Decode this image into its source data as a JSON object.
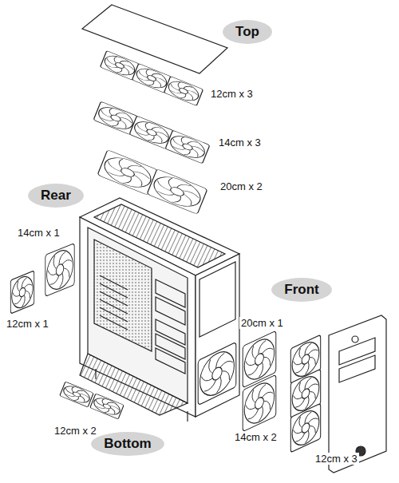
{
  "diagram": {
    "nodes": [
      {
        "text": [
          "Top"
        ]
      },
      {
        "text": [
          "Rear"
        ]
      },
      {
        "text": [
          "Front"
        ]
      },
      {
        "text": [
          "Bottom"
        ]
      }
    ],
    "labels": [
      "12cm x 3",
      "14cm x 3",
      "20cm x 2",
      "14cm x 1",
      "12cm x 1",
      "20cm x 1",
      "14cm x 2",
      "12cm x 3",
      "12cm x 2"
    ]
  }
}
